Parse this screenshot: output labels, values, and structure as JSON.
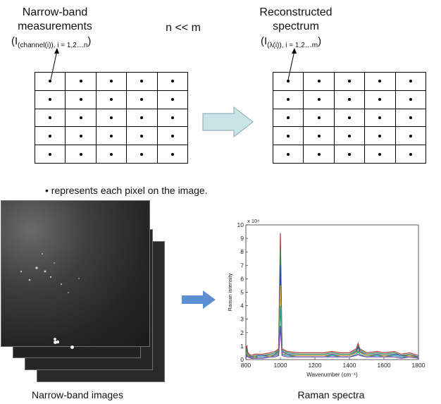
{
  "left_block": {
    "title_line1": "Narrow-band",
    "title_line2": "measurements",
    "formula_pre": "(I",
    "formula_sub": "(channel(i)), i = 1,2…n",
    "formula_post": ")"
  },
  "relation": "n << m",
  "right_block": {
    "title_line1": "Reconstructed",
    "title_line2": "spectrum",
    "formula_pre": "(I",
    "formula_sub": "(λ(i)), i = 1,2…m",
    "formula_post": ")"
  },
  "grid": {
    "rows": 5,
    "cols": 5
  },
  "legend": "• represents each pixel on the image.",
  "captions": {
    "images": "Narrow-band images",
    "spectra": "Raman spectra"
  },
  "colors": {
    "big_arrow_fill": "#c9e4e6",
    "big_arrow_stroke": "#7ea9ad",
    "small_arrow": "#5b8fd1"
  },
  "chart_data": {
    "type": "line",
    "title": "",
    "xlabel": "Wavenumber (cm⁻¹)",
    "ylabel": "Raman intensity",
    "xlim": [
      800,
      1800
    ],
    "ylim": [
      0,
      10
    ],
    "y_exponent_label": "x 10⁴",
    "x_ticks": [
      "800",
      "1000",
      "1200",
      "1400",
      "1600",
      "1800"
    ],
    "y_ticks": [
      "0",
      "1",
      "2",
      "3",
      "4",
      "5",
      "6",
      "7",
      "8",
      "9",
      "10"
    ],
    "grid": false,
    "legend": "none",
    "series": [
      {
        "color": "#b33a3a",
        "values": [
          [
            800,
            0.3
          ],
          [
            805,
            1.0
          ],
          [
            812,
            0.5
          ],
          [
            830,
            0.3
          ],
          [
            850,
            0.4
          ],
          [
            870,
            0.4
          ],
          [
            900,
            0.4
          ],
          [
            940,
            0.5
          ],
          [
            970,
            0.6
          ],
          [
            990,
            0.8
          ],
          [
            1000,
            9.4
          ],
          [
            1010,
            0.8
          ],
          [
            1040,
            0.6
          ],
          [
            1100,
            0.5
          ],
          [
            1150,
            0.5
          ],
          [
            1200,
            0.5
          ],
          [
            1250,
            0.5
          ],
          [
            1300,
            0.6
          ],
          [
            1350,
            0.5
          ],
          [
            1400,
            0.5
          ],
          [
            1440,
            0.8
          ],
          [
            1450,
            1.2
          ],
          [
            1460,
            0.8
          ],
          [
            1500,
            0.5
          ],
          [
            1560,
            0.6
          ],
          [
            1600,
            0.5
          ],
          [
            1660,
            0.6
          ],
          [
            1700,
            0.4
          ],
          [
            1750,
            0.5
          ],
          [
            1800,
            0.3
          ]
        ]
      },
      {
        "color": "#2e8b57",
        "values": [
          [
            800,
            0.2
          ],
          [
            805,
            0.8
          ],
          [
            812,
            0.4
          ],
          [
            830,
            0.2
          ],
          [
            850,
            0.3
          ],
          [
            870,
            0.3
          ],
          [
            900,
            0.3
          ],
          [
            940,
            0.4
          ],
          [
            970,
            0.5
          ],
          [
            990,
            0.7
          ],
          [
            1000,
            8.2
          ],
          [
            1010,
            0.7
          ],
          [
            1040,
            0.5
          ],
          [
            1100,
            0.4
          ],
          [
            1150,
            0.4
          ],
          [
            1200,
            0.4
          ],
          [
            1250,
            0.4
          ],
          [
            1300,
            0.5
          ],
          [
            1350,
            0.4
          ],
          [
            1400,
            0.4
          ],
          [
            1440,
            0.7
          ],
          [
            1450,
            1.0
          ],
          [
            1460,
            0.7
          ],
          [
            1500,
            0.4
          ],
          [
            1560,
            0.5
          ],
          [
            1600,
            0.4
          ],
          [
            1660,
            0.5
          ],
          [
            1700,
            0.3
          ],
          [
            1750,
            0.4
          ],
          [
            1800,
            0.2
          ]
        ]
      },
      {
        "color": "#1f4fb4",
        "values": [
          [
            800,
            0.2
          ],
          [
            805,
            0.6
          ],
          [
            812,
            0.3
          ],
          [
            830,
            0.2
          ],
          [
            850,
            0.2
          ],
          [
            870,
            0.3
          ],
          [
            900,
            0.3
          ],
          [
            940,
            0.3
          ],
          [
            970,
            0.4
          ],
          [
            990,
            0.6
          ],
          [
            1000,
            7.0
          ],
          [
            1010,
            0.6
          ],
          [
            1040,
            0.4
          ],
          [
            1100,
            0.3
          ],
          [
            1150,
            0.3
          ],
          [
            1200,
            0.3
          ],
          [
            1250,
            0.3
          ],
          [
            1300,
            0.4
          ],
          [
            1350,
            0.3
          ],
          [
            1400,
            0.3
          ],
          [
            1440,
            0.6
          ],
          [
            1450,
            0.9
          ],
          [
            1460,
            0.6
          ],
          [
            1500,
            0.3
          ],
          [
            1560,
            0.4
          ],
          [
            1600,
            0.3
          ],
          [
            1660,
            0.4
          ],
          [
            1700,
            0.3
          ],
          [
            1750,
            0.3
          ],
          [
            1800,
            0.2
          ]
        ]
      },
      {
        "color": "#d4a017",
        "values": [
          [
            800,
            0.1
          ],
          [
            805,
            0.5
          ],
          [
            812,
            0.3
          ],
          [
            830,
            0.1
          ],
          [
            850,
            0.2
          ],
          [
            870,
            0.2
          ],
          [
            900,
            0.2
          ],
          [
            940,
            0.3
          ],
          [
            970,
            0.3
          ],
          [
            990,
            0.5
          ],
          [
            1000,
            5.5
          ],
          [
            1010,
            0.5
          ],
          [
            1040,
            0.3
          ],
          [
            1100,
            0.3
          ],
          [
            1150,
            0.3
          ],
          [
            1200,
            0.3
          ],
          [
            1250,
            0.3
          ],
          [
            1300,
            0.3
          ],
          [
            1350,
            0.3
          ],
          [
            1400,
            0.3
          ],
          [
            1440,
            0.5
          ],
          [
            1450,
            0.7
          ],
          [
            1460,
            0.5
          ],
          [
            1500,
            0.3
          ],
          [
            1560,
            0.3
          ],
          [
            1600,
            0.3
          ],
          [
            1660,
            0.3
          ],
          [
            1700,
            0.2
          ],
          [
            1750,
            0.3
          ],
          [
            1800,
            0.1
          ]
        ]
      },
      {
        "color": "#16a3a3",
        "values": [
          [
            800,
            0.1
          ],
          [
            805,
            0.4
          ],
          [
            812,
            0.2
          ],
          [
            830,
            0.1
          ],
          [
            850,
            0.1
          ],
          [
            870,
            0.2
          ],
          [
            900,
            0.2
          ],
          [
            940,
            0.2
          ],
          [
            970,
            0.3
          ],
          [
            990,
            0.4
          ],
          [
            1000,
            4.0
          ],
          [
            1010,
            0.4
          ],
          [
            1040,
            0.3
          ],
          [
            1100,
            0.2
          ],
          [
            1150,
            0.2
          ],
          [
            1200,
            0.2
          ],
          [
            1250,
            0.2
          ],
          [
            1300,
            0.3
          ],
          [
            1350,
            0.2
          ],
          [
            1400,
            0.2
          ],
          [
            1440,
            0.4
          ],
          [
            1450,
            0.6
          ],
          [
            1460,
            0.4
          ],
          [
            1500,
            0.2
          ],
          [
            1560,
            0.3
          ],
          [
            1600,
            0.2
          ],
          [
            1660,
            0.3
          ],
          [
            1700,
            0.2
          ],
          [
            1750,
            0.2
          ],
          [
            1800,
            0.1
          ]
        ]
      },
      {
        "color": "#7a3fb0",
        "values": [
          [
            800,
            0.1
          ],
          [
            805,
            0.3
          ],
          [
            812,
            0.2
          ],
          [
            830,
            0.1
          ],
          [
            850,
            0.1
          ],
          [
            870,
            0.1
          ],
          [
            900,
            0.1
          ],
          [
            940,
            0.2
          ],
          [
            970,
            0.2
          ],
          [
            990,
            0.3
          ],
          [
            1000,
            2.5
          ],
          [
            1010,
            0.3
          ],
          [
            1040,
            0.2
          ],
          [
            1100,
            0.2
          ],
          [
            1150,
            0.2
          ],
          [
            1200,
            0.2
          ],
          [
            1250,
            0.2
          ],
          [
            1300,
            0.2
          ],
          [
            1350,
            0.2
          ],
          [
            1400,
            0.2
          ],
          [
            1440,
            0.3
          ],
          [
            1450,
            0.4
          ],
          [
            1460,
            0.3
          ],
          [
            1500,
            0.2
          ],
          [
            1560,
            0.2
          ],
          [
            1600,
            0.2
          ],
          [
            1660,
            0.2
          ],
          [
            1700,
            0.1
          ],
          [
            1750,
            0.2
          ],
          [
            1800,
            0.1
          ]
        ]
      }
    ]
  }
}
